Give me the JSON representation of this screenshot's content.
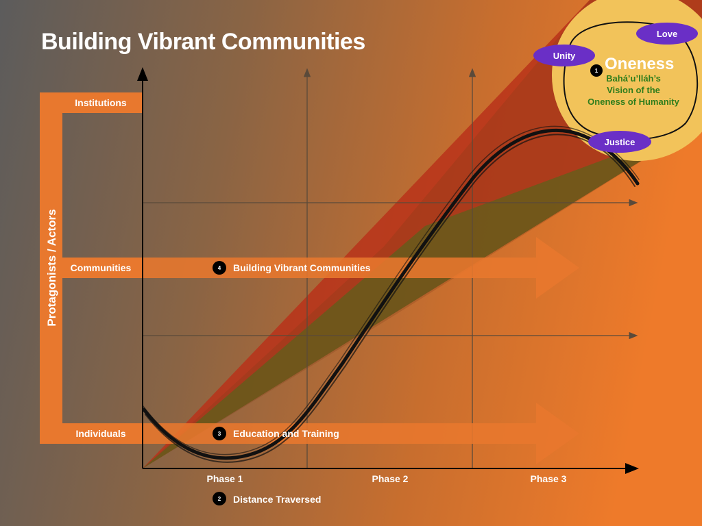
{
  "title": "Building Vibrant Communities",
  "y_axis_title": "Protagonists / Actors",
  "rows": {
    "institutions": "Institutions",
    "communities": "Communities",
    "individuals": "Individuals"
  },
  "phases": [
    "Phase 1",
    "Phase 2",
    "Phase 3"
  ],
  "arrows": {
    "communities": {
      "number": "4",
      "label": "Building Vibrant Communities"
    },
    "individuals": {
      "number": "3",
      "label": "Education and Training"
    }
  },
  "x_axis": {
    "number": "2",
    "label": "Distance Traversed"
  },
  "vision": {
    "number": "1",
    "heading": "Oneness",
    "line1": "Bahá’u’lláh’s",
    "line2": "Vision of the",
    "line3": "Oneness of Humanity",
    "tags": {
      "unity": "Unity",
      "love": "Love",
      "justice": "Justice"
    }
  },
  "colors": {
    "orange": "#e8782e",
    "purple": "#6a2fc6",
    "yellow": "#f2c35a",
    "green": "#2f7d1c",
    "red": "#b8321a"
  }
}
